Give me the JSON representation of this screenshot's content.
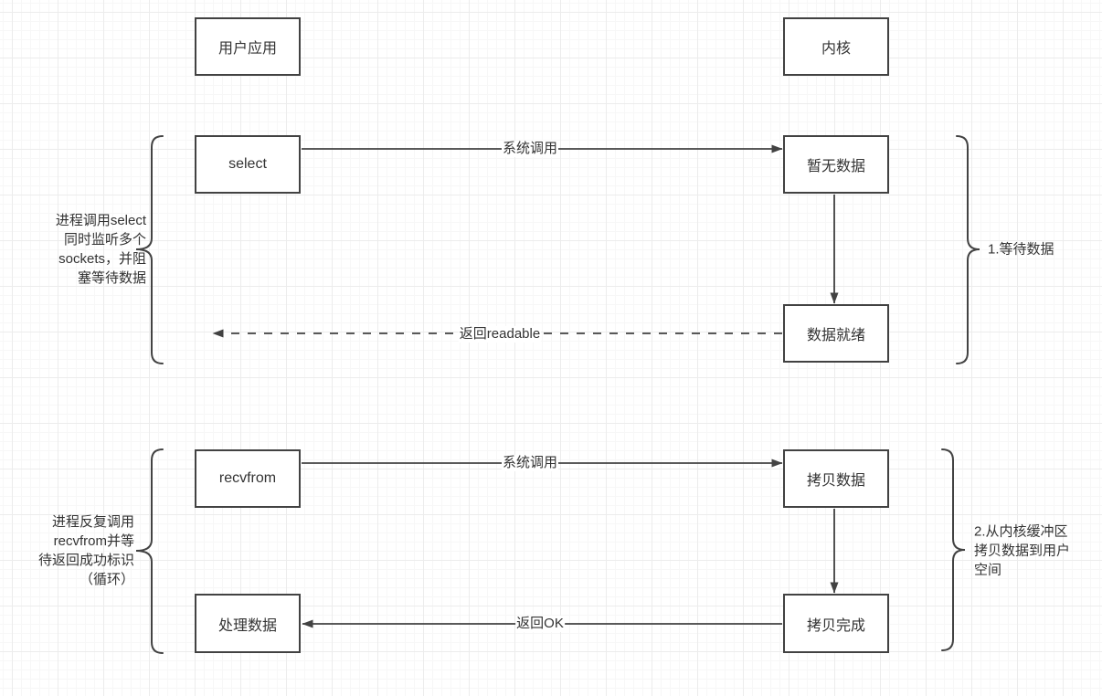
{
  "diagram": {
    "title": "select IO multiplexing flow",
    "colors": {
      "stroke": "#424242",
      "text": "#333333",
      "background": "#ffffff",
      "grid_minor": "#f7f7f7",
      "grid_major": "#ececec"
    },
    "boxes": {
      "user_app": "用户应用",
      "kernel": "内核",
      "select": "select",
      "no_data": "暂无数据",
      "data_ready": "数据就绪",
      "recvfrom": "recvfrom",
      "copy_data": "拷贝数据",
      "process_data": "处理数据",
      "copy_done": "拷贝完成"
    },
    "edges": {
      "syscall_select": "系统调用",
      "return_readable": "返回readable",
      "syscall_recvfrom": "系统调用",
      "return_ok": "返回OK"
    },
    "annotations": {
      "left_top": "进程调用select\n同时监听多个\nsockets，并阻\n塞等待数据",
      "right_top": "1.等待数据",
      "left_bottom": "进程反复调用\nrecvfrom并等\n待返回成功标识\n（循环）",
      "right_bottom": "2.从内核缓冲区\n拷贝数据到用户\n空间"
    }
  }
}
